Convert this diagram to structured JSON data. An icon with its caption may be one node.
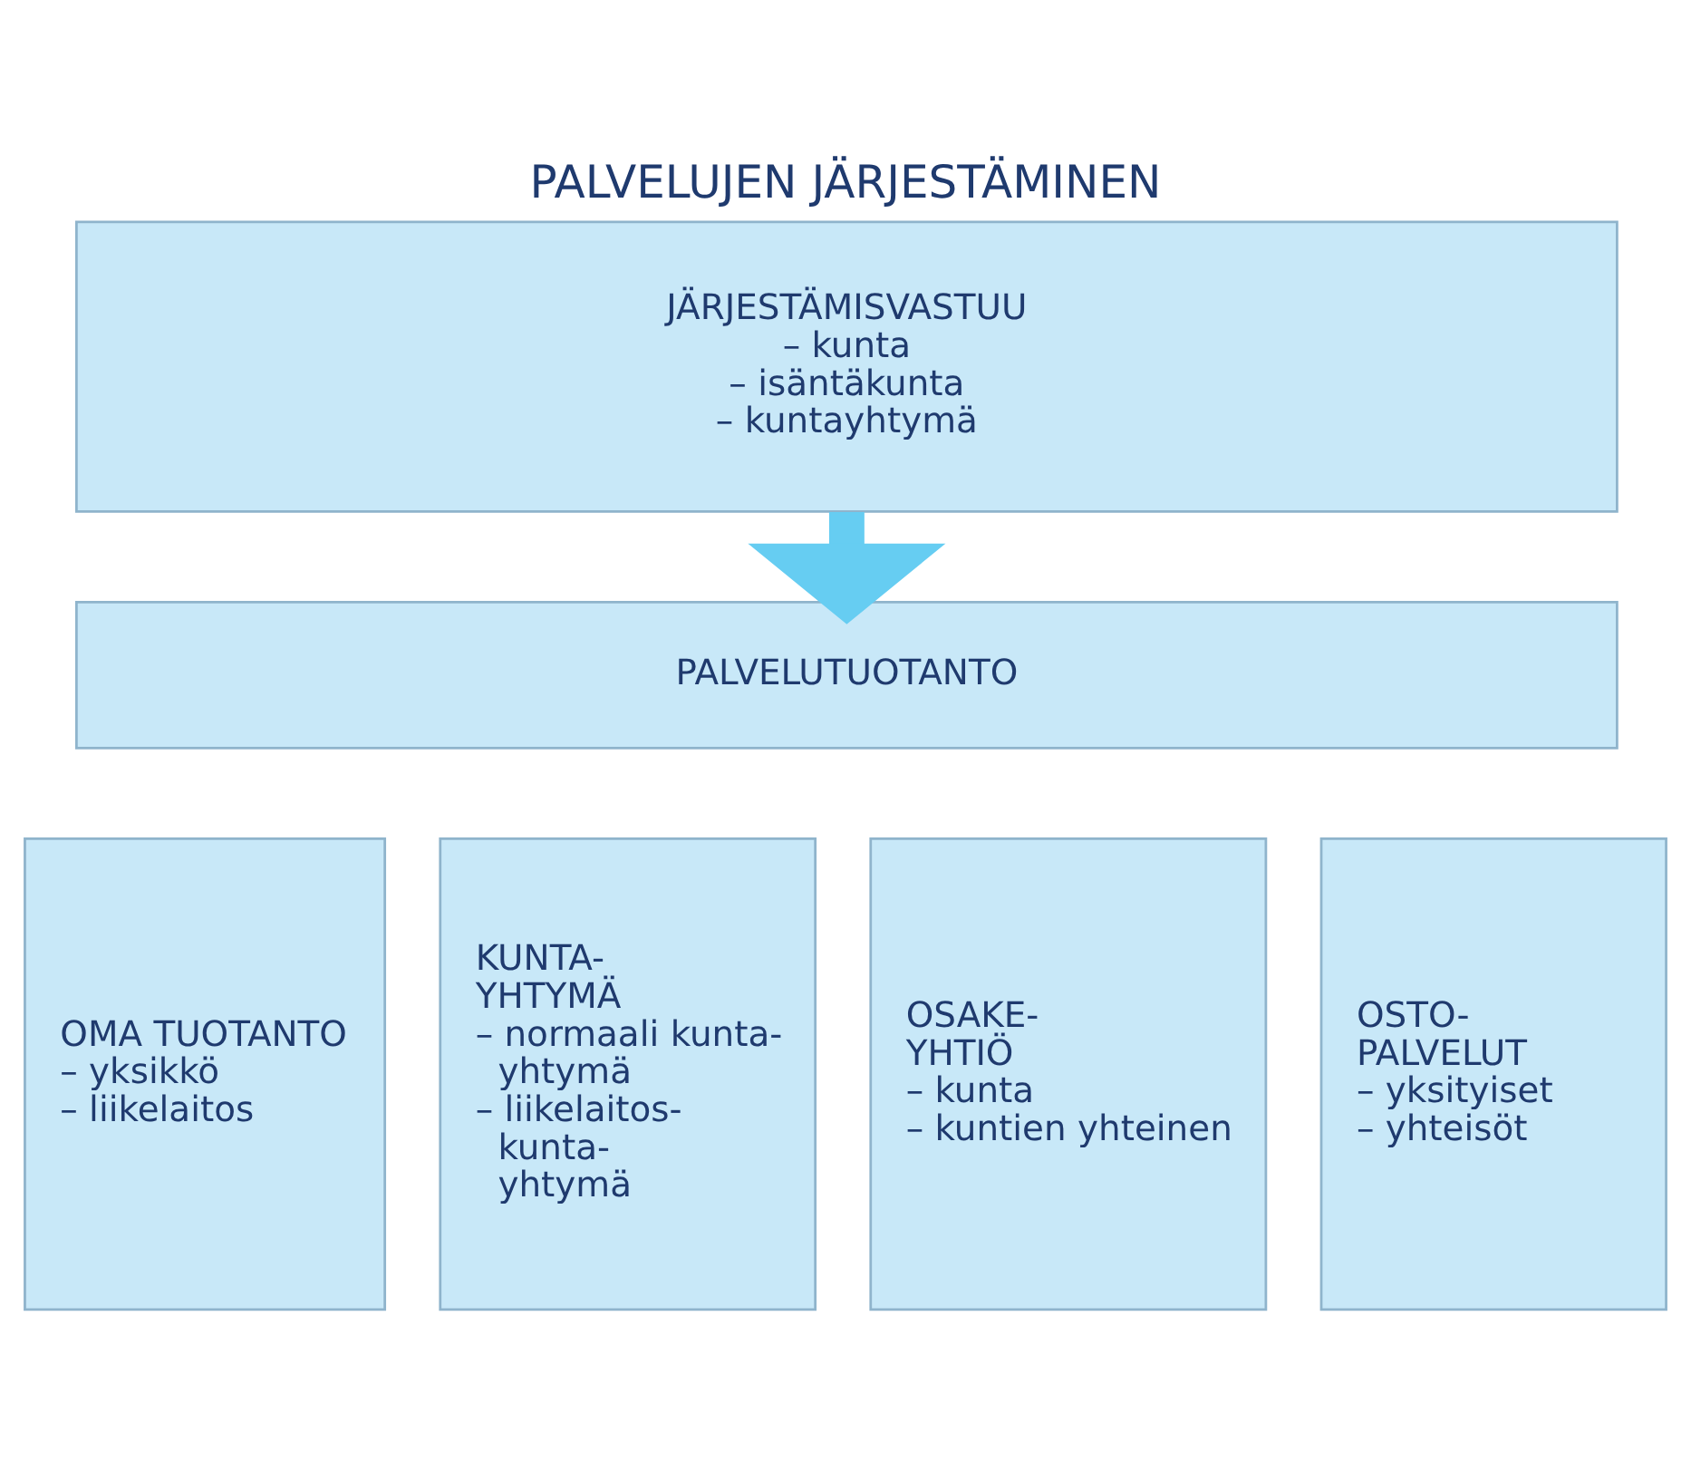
{
  "diagram": {
    "title": "PALVELUJEN JÄRJESTÄMINEN",
    "nodes": [
      {
        "text": [
          "JÄRJESTÄMISVASTUU",
          "– kunta",
          "– isäntäkunta",
          "– kuntayhtymä"
        ]
      },
      {
        "text": [
          "PALVELUTUOTANTO"
        ]
      },
      {
        "text": [
          "OMA TUOTANTO",
          "– yksikkö",
          "– liikelaitos"
        ]
      },
      {
        "text": [
          "KUNTA- YHTYMÄ",
          "– normaali kunta- yhtymä",
          "– liikelaitos- kunta- yhtymä"
        ]
      },
      {
        "text": [
          "OSAKE- YHTIÖ",
          "– kunta",
          "– kuntien yhteinen"
        ]
      },
      {
        "text": [
          "OSTO- PALVELUT",
          "– yksityiset",
          "– yhteisöt"
        ]
      }
    ],
    "edges": [
      {
        "from": 0,
        "to": 1,
        "arrow": "to"
      }
    ]
  }
}
